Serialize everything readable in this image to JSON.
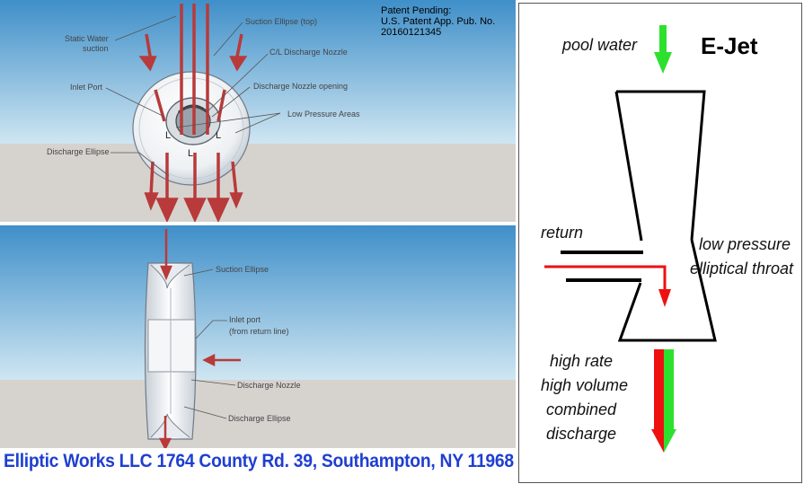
{
  "top_panel": {
    "labels": {
      "static_water_1": "Static Water",
      "static_water_2": "suction",
      "suction_top": "Suction Ellipse (top)",
      "cl_nozzle": "C/L Discharge Nozzle",
      "inlet_port": "Inlet Port",
      "nozzle_opening": "Discharge Nozzle opening",
      "low_pressure": "Low Pressure Areas",
      "discharge_ellipse": "Discharge Ellipse",
      "l_left": "L",
      "l_right": "L",
      "l_center": "L"
    }
  },
  "patent": {
    "line1": "Patent Pending:",
    "line2": "U.S. Patent App. Pub. No.",
    "line3": "20160121345"
  },
  "bottom_panel": {
    "labels": {
      "suction": "Suction Ellipse",
      "inlet_1": "Inlet port",
      "inlet_2": "(from return line)",
      "discharge_nozzle": "Discharge Nozzle",
      "discharge_ellipse": "Discharge Ellipse"
    }
  },
  "footer": "Elliptic Works LLC 1764 County Rd. 39, Southampton, NY 11968",
  "ejet": {
    "title": "E-Jet",
    "pool_water": "pool water",
    "return": "return",
    "throat_1": "low pressure",
    "throat_2": "elliptical throat",
    "discharge_1": "high rate",
    "discharge_2": "high volume",
    "discharge_3": "combined",
    "discharge_4": "discharge"
  },
  "colors": {
    "sky_top": "#3f8fc9",
    "sky_bottom": "#cfe6f2",
    "ground": "#d6d3cf",
    "arrow_red": "#b83a3a",
    "green": "#2ee02e",
    "red": "#ee1111",
    "footer_blue": "#1f3fd1"
  }
}
